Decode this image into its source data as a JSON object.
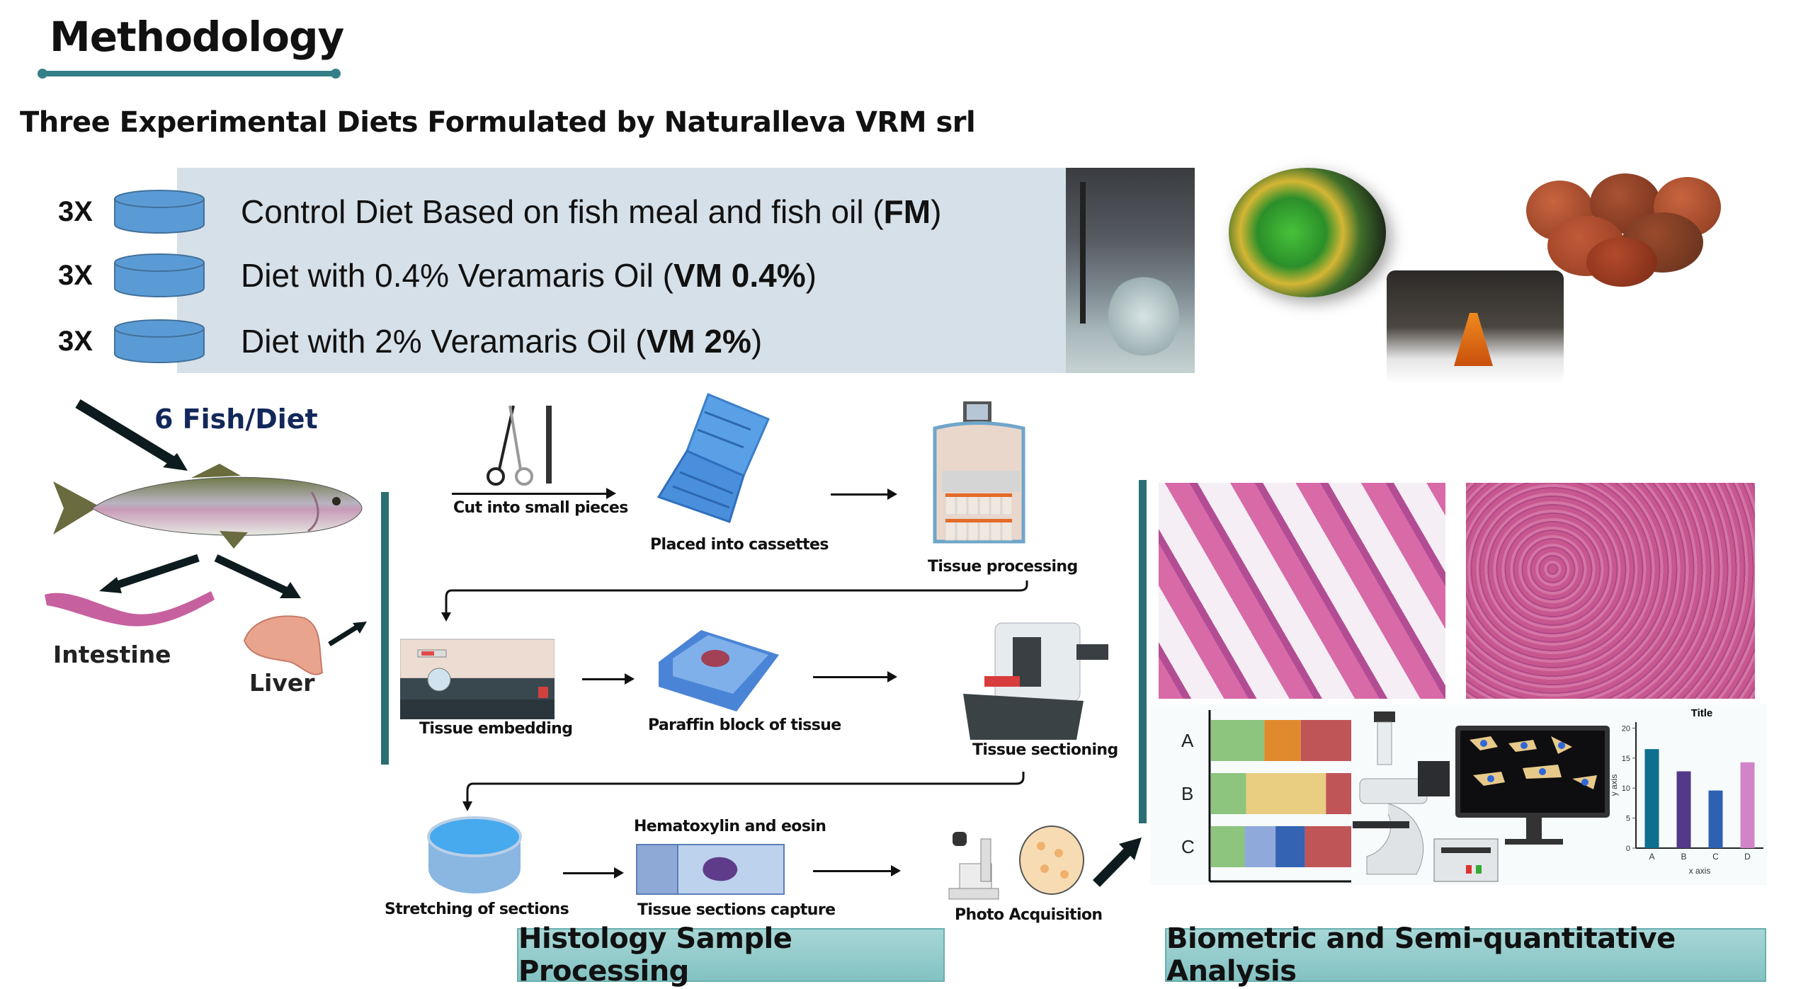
{
  "header": {
    "title": "Methodology",
    "subtitle": "Three Experimental Diets Formulated by Naturalleva VRM srl"
  },
  "diets": [
    {
      "count": "3X",
      "text": "Control Diet Based on fish meal and fish oil (",
      "code": "FM",
      "suffix": ")",
      "icon": "feed-tank-cylinder-icon"
    },
    {
      "count": "3X",
      "text": "Diet with 0.4% Veramaris Oil (",
      "code": "VM 0.4%",
      "suffix": ")",
      "icon": "feed-tank-cylinder-icon"
    },
    {
      "count": "3X",
      "text": "Diet with 2% Veramaris Oil (",
      "code": "VM 2%",
      "suffix": ")",
      "icon": "feed-tank-cylinder-icon"
    }
  ],
  "images": {
    "tank_photo": "aquaculture-tanks-photo",
    "algae_lab": "algae-test-tubes-photo",
    "oil_flask": "orange-oil-flask-photo",
    "feed_pellets": "fish-feed-pellets-photo"
  },
  "sampling": {
    "fish_count": "6 Fish/Diet",
    "organs": [
      "Intestine",
      "Liver"
    ]
  },
  "histology": {
    "steps": [
      {
        "label": "Cut into small pieces",
        "icon": "scissors-scalpel-icon"
      },
      {
        "label": "Placed into cassettes",
        "icon": "tissue-cassette-icon"
      },
      {
        "label": "Tissue processing",
        "icon": "tissue-processor-icon"
      },
      {
        "label": "Tissue embedding",
        "icon": "embedding-station-icon"
      },
      {
        "label": "Paraffin block of tissue",
        "icon": "paraffin-block-icon"
      },
      {
        "label": "Tissue sectioning",
        "icon": "microtome-icon"
      },
      {
        "label": "Stretching of sections",
        "icon": "water-bath-icon"
      },
      {
        "label": "Tissue sections capture",
        "icon": "glass-slide-icon"
      },
      {
        "label": "Photo Acquisition",
        "icon": "microscope-icon"
      }
    ],
    "stain_label": "Hematoxylin and eosin",
    "section_title": "Histology Sample Processing"
  },
  "analysis": {
    "section_title": "Biometric and Semi-quantitative Analysis",
    "micrographs": [
      "intestine-he-micrograph",
      "liver-he-micrograph"
    ]
  },
  "chart_data": [
    {
      "type": "bar",
      "orientation": "horizontal-stacked",
      "categories": [
        "A",
        "B",
        "C"
      ],
      "series": [
        {
          "row": "A",
          "segments": [
            {
              "color": "#8dc47e",
              "share": 0.38
            },
            {
              "color": "#e08a2e",
              "share": 0.26
            },
            {
              "color": "#c05558",
              "share": 0.36
            }
          ]
        },
        {
          "row": "B",
          "segments": [
            {
              "color": "#8dc47e",
              "share": 0.25
            },
            {
              "color": "#e9cd80",
              "share": 0.57
            },
            {
              "color": "#c05558",
              "share": 0.18
            }
          ]
        },
        {
          "row": "C",
          "segments": [
            {
              "color": "#8dc47e",
              "share": 0.24
            },
            {
              "color": "#8fa9db",
              "share": 0.22
            },
            {
              "color": "#3463b3",
              "share": 0.21
            },
            {
              "color": "#c05558",
              "share": 0.33
            }
          ]
        }
      ],
      "title": "",
      "xlabel": "",
      "ylabel": ""
    },
    {
      "type": "bar",
      "title": "Title",
      "categories": [
        "A",
        "B",
        "C",
        "D"
      ],
      "values": [
        16.5,
        12.8,
        9.6,
        14.3
      ],
      "colors": [
        "#0e6f8f",
        "#53398a",
        "#2d62b3",
        "#d184c8"
      ],
      "xlabel": "x axis",
      "ylabel": "y axis",
      "ylim": [
        0,
        21
      ],
      "yticks": [
        0,
        5,
        10,
        15,
        20
      ]
    }
  ]
}
